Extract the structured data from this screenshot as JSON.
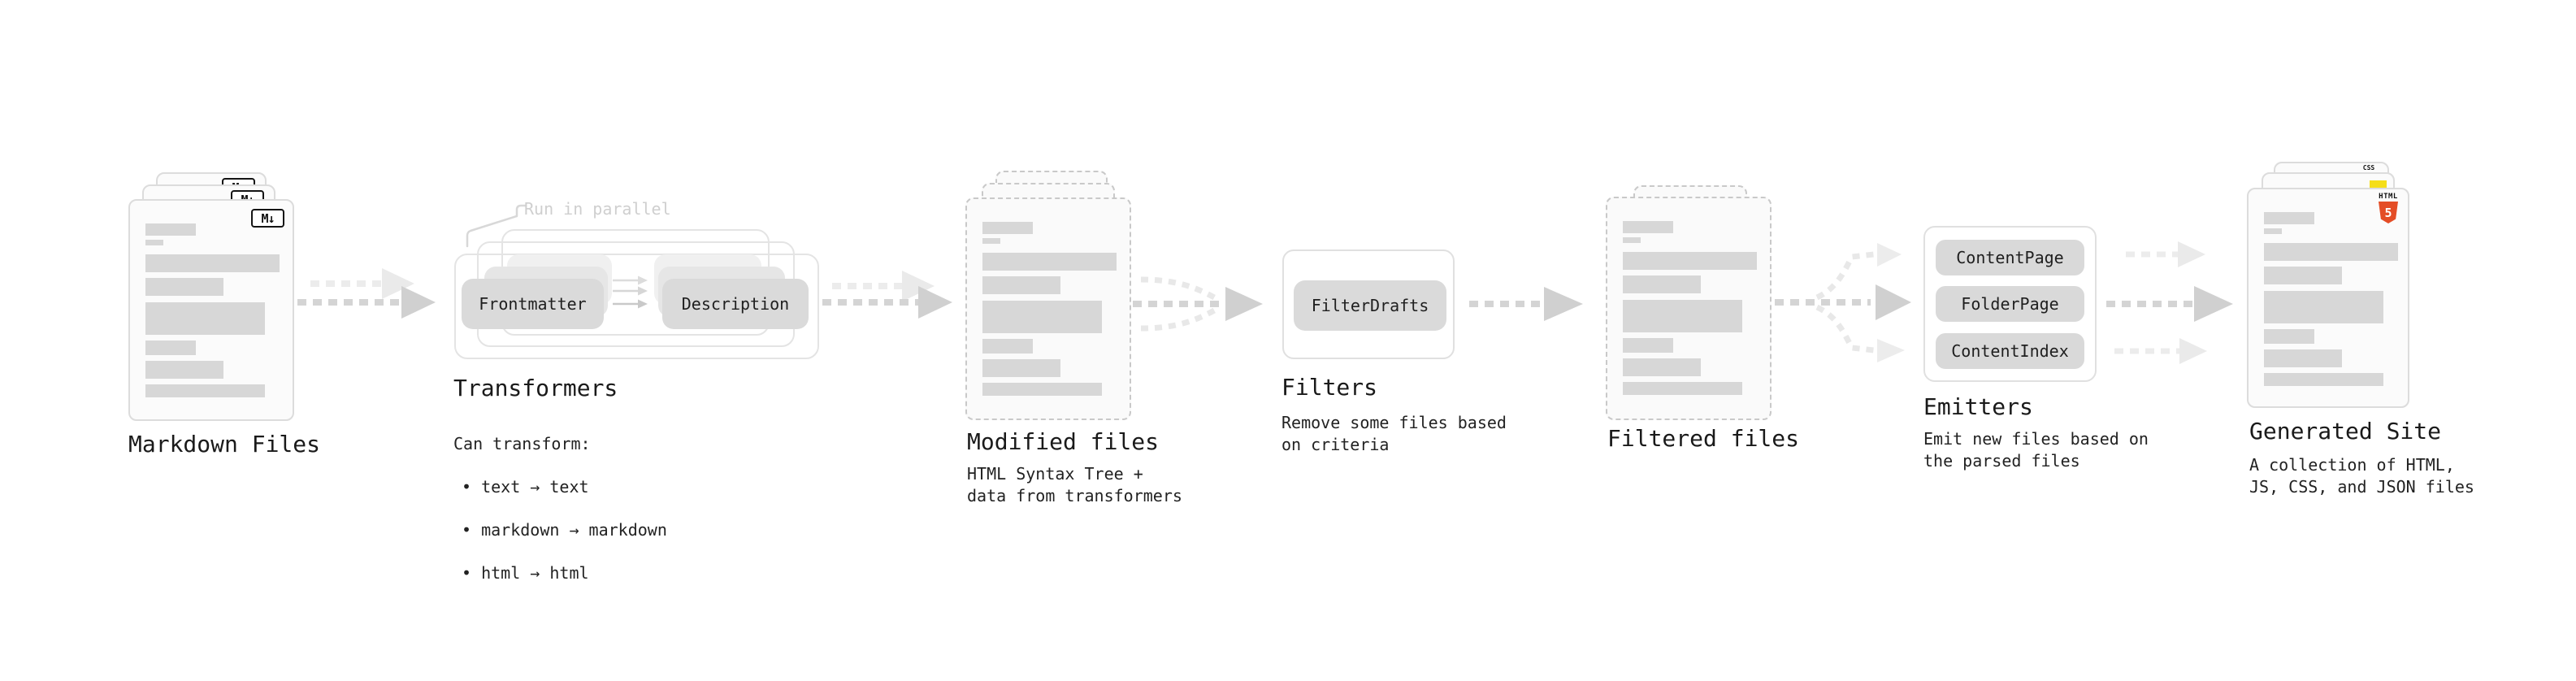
{
  "colors": {
    "html5_orange": "#e44d26",
    "js_yellow": "#f5de19",
    "css_blue": "#2062af",
    "placeholder_gray": "#d7d7d7",
    "arrow_gray": "#d2d2d2"
  },
  "stages": {
    "markdown": {
      "label": "Markdown Files",
      "badge": "M↓"
    },
    "transformers": {
      "label": "Transformers",
      "annotation": "Run in parallel",
      "boxes": [
        "Frontmatter",
        "Description"
      ],
      "desc_heading": "Can transform:",
      "bullets": [
        "• text → text",
        "• markdown → markdown",
        "• html → html"
      ]
    },
    "modified": {
      "label": "Modified files",
      "desc": "HTML Syntax Tree +\ndata from transformers"
    },
    "filters": {
      "label": "Filters",
      "box": "FilterDrafts",
      "desc": "Remove some files based\non criteria"
    },
    "filtered": {
      "label": "Filtered files"
    },
    "emitters": {
      "label": "Emitters",
      "boxes": [
        "ContentPage",
        "FolderPage",
        "ContentIndex"
      ],
      "desc": "Emit new files based on\nthe parsed files"
    },
    "generated": {
      "label": "Generated Site",
      "desc": "A collection of HTML,\nJS, CSS, and JSON files",
      "badges": {
        "css": "CSS",
        "html": "HTML",
        "html_number": "5"
      }
    }
  }
}
